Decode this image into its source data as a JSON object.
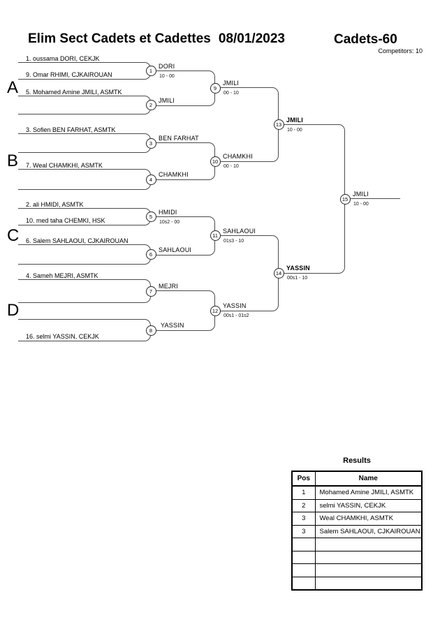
{
  "header": {
    "title": "Elim Sect Cadets et Cadettes",
    "date": "08/01/2023",
    "category": "Cadets-60",
    "competitors": "Competitors: 10"
  },
  "bracket": {
    "groups": [
      {
        "label": "A"
      },
      {
        "label": "B"
      },
      {
        "label": "C"
      },
      {
        "label": "D"
      }
    ],
    "entries": [
      {
        "label": "1. oussama DORI, CEKJK"
      },
      {
        "label": "9. Omar RHIMI, CJKAIROUAN"
      },
      {
        "label": "5. Mohamed Amine JMILI, ASMTK"
      },
      {
        "label": "3. Sofien BEN FARHAT, ASMTK"
      },
      {
        "label": "7. Weal CHAMKHI, ASMTK"
      },
      {
        "label": "2. ali HMIDI, ASMTK"
      },
      {
        "label": "10. med taha CHEMKI, HSK"
      },
      {
        "label": "6. Salem SAHLAOUI, CJKAIROUAN"
      },
      {
        "label": "4. Sameh MEJRI, ASMTK"
      },
      {
        "label": "16. selmi YASSIN, CEKJK"
      }
    ],
    "matches": [
      {
        "num": "1",
        "winner": "DORI",
        "score": "10 - 00"
      },
      {
        "num": "2",
        "winner": "JMILI"
      },
      {
        "num": "3",
        "winner": "BEN FARHAT"
      },
      {
        "num": "4",
        "winner": "CHAMKHI"
      },
      {
        "num": "5",
        "winner": "HMIDI",
        "score": "10s2 - 00"
      },
      {
        "num": "6",
        "winner": "SAHLAOUI"
      },
      {
        "num": "7",
        "winner": "MEJRI"
      },
      {
        "num": "8",
        "winner": "YASSIN"
      },
      {
        "num": "9",
        "winner": "JMILI",
        "score": "00 - 10"
      },
      {
        "num": "10",
        "winner": "CHAMKHI",
        "score": "00 - 10"
      },
      {
        "num": "11",
        "winner": "SAHLAOUI",
        "score": "01s3 - 10"
      },
      {
        "num": "12",
        "winner": "YASSIN",
        "score": "00s1 - 01s2"
      },
      {
        "num": "13",
        "winner": "JMILI",
        "score": "10 - 00"
      },
      {
        "num": "14",
        "winner": "YASSIN",
        "score": "00s1 - 10"
      },
      {
        "num": "15",
        "winner": "JMILI",
        "score": "10 - 00"
      }
    ]
  },
  "results": {
    "heading": "Results",
    "columns": {
      "pos": "Pos",
      "name": "Name"
    },
    "rows": [
      {
        "pos": "1",
        "name": "Mohamed Amine JMILI, ASMTK"
      },
      {
        "pos": "2",
        "name": "selmi YASSIN, CEKJK"
      },
      {
        "pos": "3",
        "name": "Weal CHAMKHI, ASMTK"
      },
      {
        "pos": "3",
        "name": "Salem SAHLAOUI, CJKAIROUAN"
      },
      {
        "pos": "",
        "name": ""
      },
      {
        "pos": "",
        "name": ""
      },
      {
        "pos": "",
        "name": ""
      },
      {
        "pos": "",
        "name": ""
      }
    ]
  },
  "colors": {
    "background": "#ffffff",
    "line": "#4a4a4a",
    "text": "#000000",
    "table_border": "#000000"
  }
}
